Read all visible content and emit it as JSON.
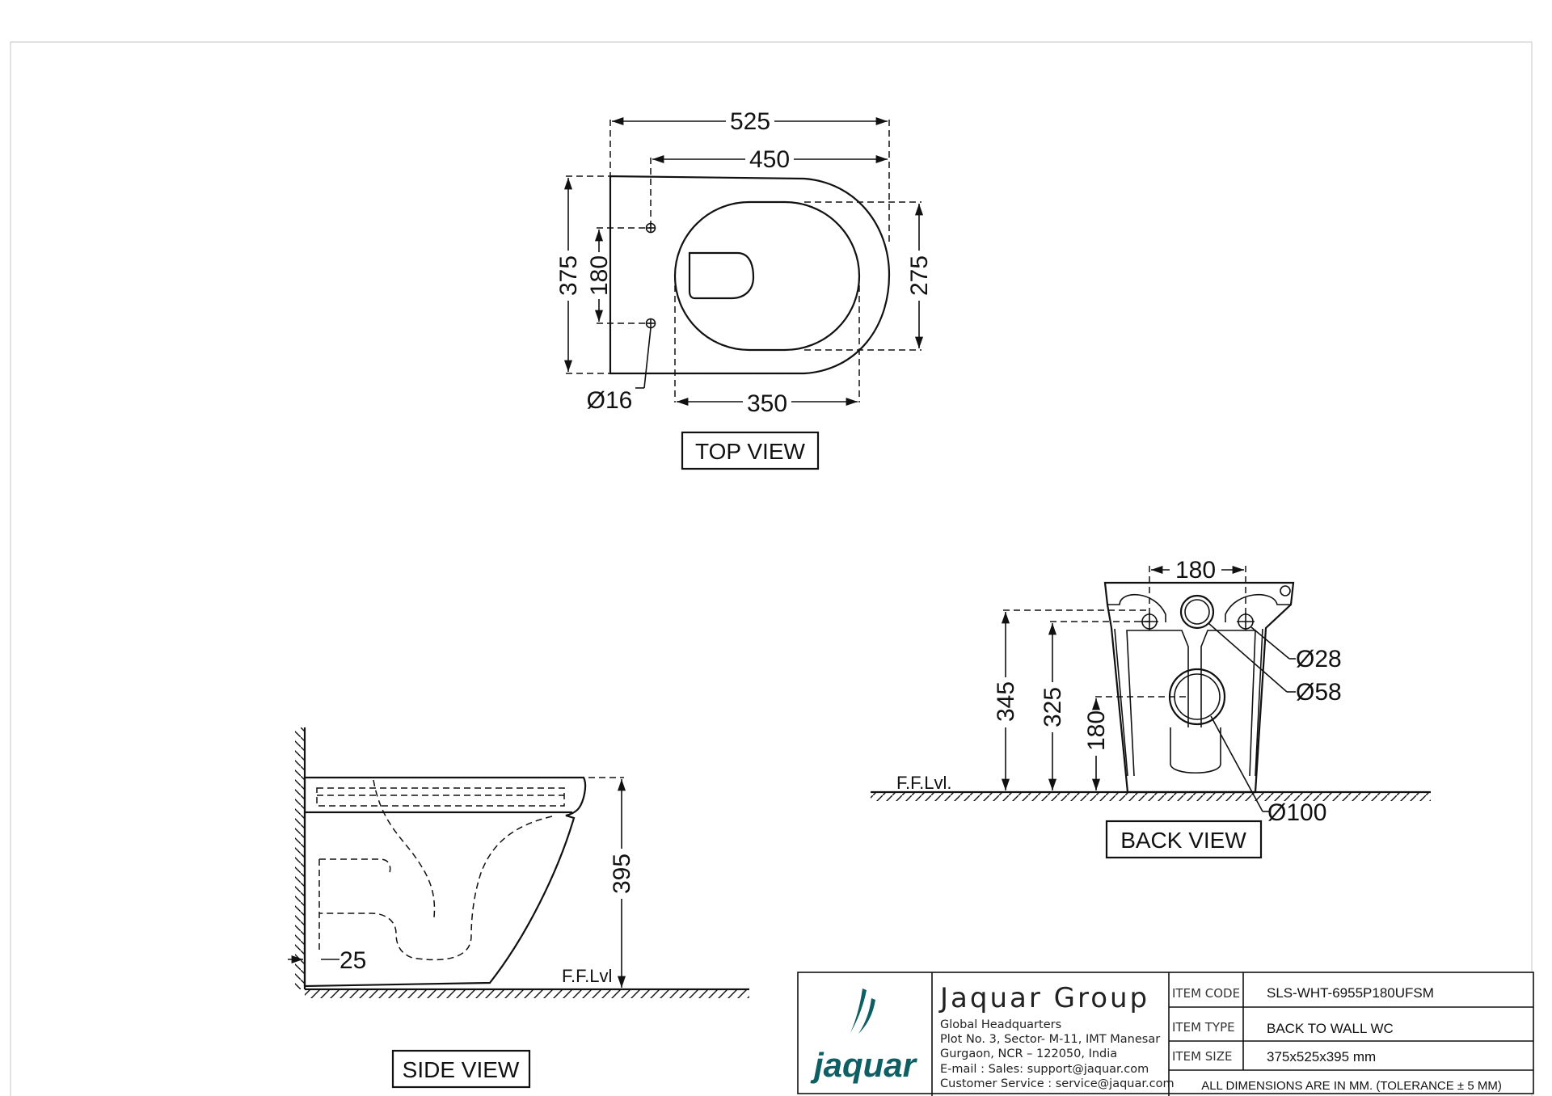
{
  "top_view": {
    "dims": [
      "525",
      "450",
      "375",
      "180",
      "275",
      "Ø16",
      "350"
    ],
    "label": "TOP VIEW"
  },
  "back_view": {
    "dims": [
      "180",
      "345",
      "325",
      "180",
      "Ø28",
      "Ø58",
      "Ø100"
    ],
    "floor_label": "F.F.Lvl.",
    "label": "BACK VIEW"
  },
  "side_view": {
    "dims": [
      "395",
      "25"
    ],
    "floor_label": "F.F.Lvl",
    "label": "SIDE VIEW"
  },
  "title_block": {
    "logo_text": "jaquar",
    "company": "Jaquar Group",
    "address_lines": [
      "Global Headquarters",
      "Plot No. 3, Sector- M-11, IMT Manesar",
      "Gurgaon, NCR – 122050, India",
      "E-mail : Sales: support@jaquar.com",
      "Customer Service : service@jaquar.com"
    ],
    "rows": [
      {
        "key": "ITEM CODE",
        "value": "SLS-WHT-6955P180UFSM"
      },
      {
        "key": "ITEM TYPE",
        "value": "BACK TO WALL WC"
      },
      {
        "key": "ITEM SIZE",
        "value": "375x525x395 mm"
      }
    ],
    "note": "ALL DIMENSIONS ARE IN MM. (TOLERANCE ± 5 MM)",
    "logo_color": "#0e5f63"
  }
}
